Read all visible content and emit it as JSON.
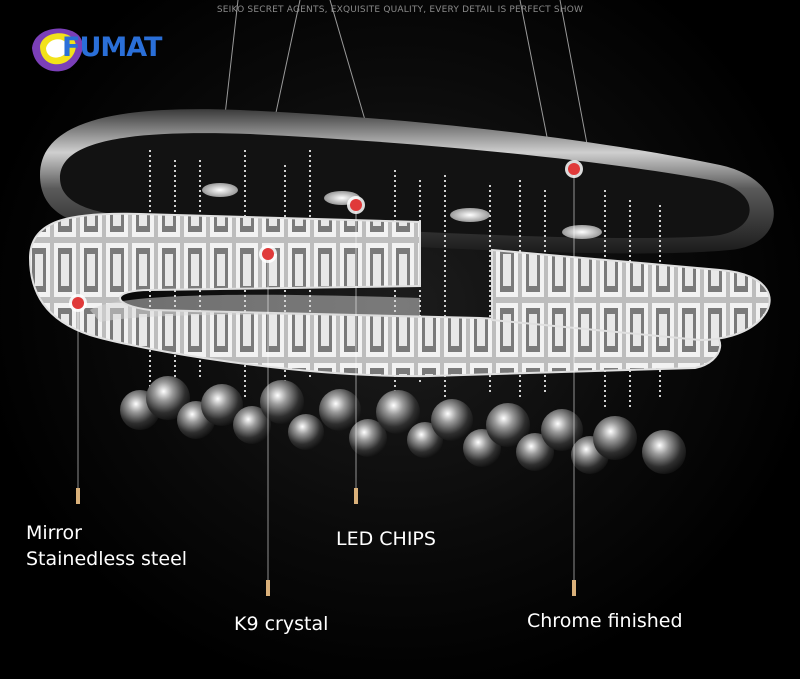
{
  "header": {
    "tagline": "SEIKO SECRET AGENTS, EXQUISITE QUALITY, EVERY DETAIL IS PERFECT SHOW",
    "logo_text": "FUMAT"
  },
  "callouts": [
    {
      "line1": "Mirror",
      "line2": "Stainedless steel"
    },
    {
      "line1": "K9 crystal"
    },
    {
      "line1": "LED CHIPS"
    },
    {
      "line1": "Chrome finished"
    }
  ],
  "colors": {
    "marker": "#e03a3a",
    "leader": "#d9b07a",
    "logo_blue": "#2a6fd8",
    "logo_yellow": "#f2e21a",
    "logo_purple": "#7b3fb8"
  }
}
